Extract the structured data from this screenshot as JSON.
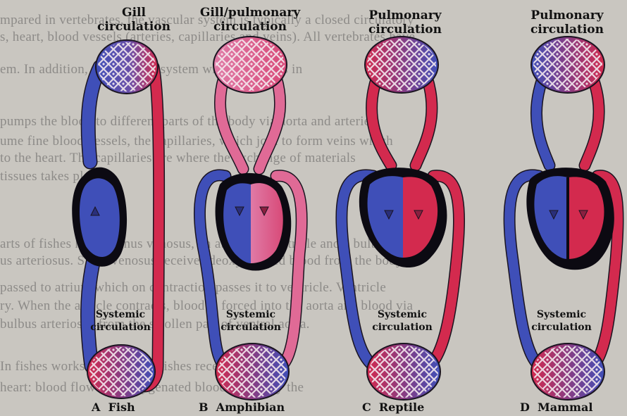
{
  "background_text": [
    "mpared in vertebrates, the vascular system is typically a closed circulatory",
    "s, heart, blood vessels (arteries, capillaries and veins). All vertebrates have",
    "em. In addition, a lymphatic system which also aids in",
    "pumps the blood to different parts of the body via aorta and arteries.",
    "ume fine blood vessels, the capillaries, which join to form veins which",
    "to the heart. The capillaries are where the exchange of materials",
    "tissues takes place.",
    "",
    "arts of fishes have a sinus venosus, an atrium, a ventricle and a bulbus",
    "us arteriosus. Sinus venosus receives deoxygenated blood from the body.",
    "passed to atrium which on contraction passes it to ventricle. Ventricle",
    "ry. When the auricle contracts, blood is forced into the aorta and blood via",
    "bulbus arteriosus from the swollen part of ventral aorta.",
    "In fishes works, the heart of fishes receives",
    "heart: blood flow of deoxygenated blood. It is only the"
  ],
  "panels": [
    {
      "title": "Gill\ncirculation",
      "systemic_label": "Systemic\ncirculation",
      "letter": "A",
      "animal": "Fish"
    },
    {
      "title": "Gill/pulmonary\ncirculation",
      "systemic_label": "Systemic\ncirculation",
      "letter": "B",
      "animal": "Amphibian"
    },
    {
      "title": "Pulmonary\ncirculation",
      "systemic_label": "Systemic\ncirculation",
      "letter": "C",
      "animal": "Reptile"
    },
    {
      "title": "Pulmonary\ncirculation",
      "systemic_label": "Systemic\ncirculation",
      "letter": "D",
      "animal": "Mammal"
    }
  ],
  "colors": {
    "oxygenated": "#d32a4e",
    "deoxygenated": "#3f4fb8",
    "mixed": "#e06a96",
    "heart_outline": "#0c0a12",
    "vessel_light": "#f0d6e0",
    "background": "#c9c6c0"
  }
}
